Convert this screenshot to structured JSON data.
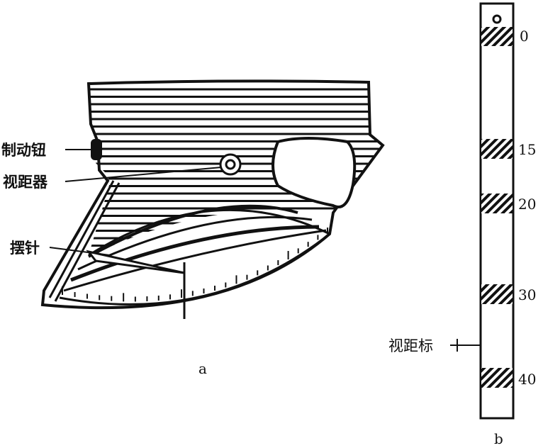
{
  "figure_a": {
    "caption": "a",
    "labels": {
      "brake_knob": "制动钮",
      "stadia_device": "视距器",
      "pendulum_needle": "摆针"
    }
  },
  "figure_b": {
    "caption": "b",
    "label": "视距标",
    "marks": [
      "0",
      "15",
      "20",
      "30",
      "40"
    ]
  },
  "colors": {
    "ink": "#111111",
    "paper": "#ffffff"
  }
}
